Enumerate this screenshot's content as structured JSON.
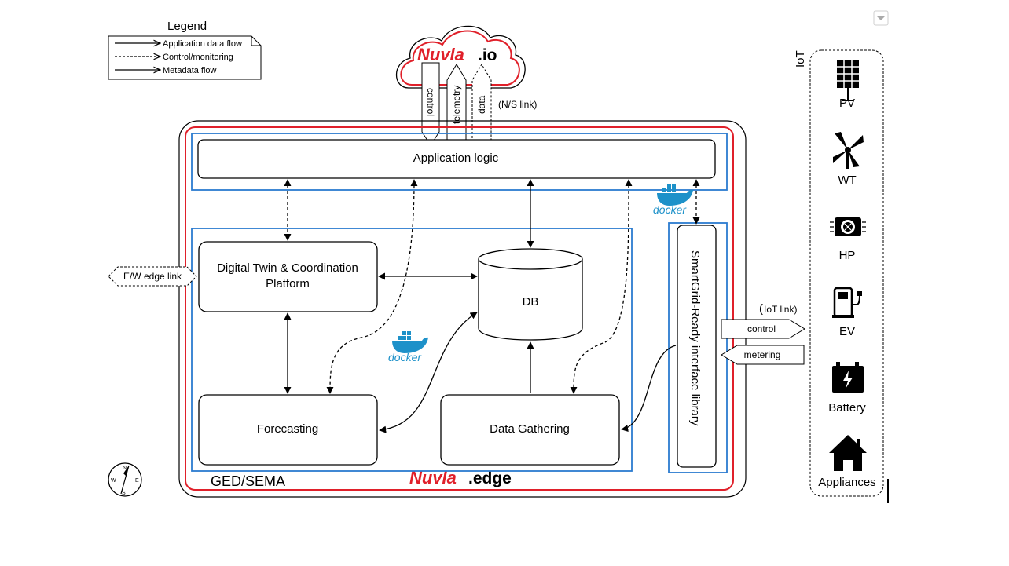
{
  "legend": {
    "title": "Legend",
    "items": [
      "Application data flow",
      "Control/monitoring",
      "Metadata flow"
    ]
  },
  "cloud": {
    "brand_left": "Nuvla",
    "brand_right": ".io",
    "arrows": [
      "control",
      "telemetry",
      "data"
    ],
    "ns_link": "(N/S link)"
  },
  "edge": {
    "container_label": "GED/SEMA",
    "brand_left": "Nuvla",
    "brand_right": ".edge",
    "docker_label": "docker",
    "ew_link": "E/W edge link"
  },
  "blocks": {
    "app_logic": "Application logic",
    "digital_twin": [
      "Digital Twin & Coordination",
      "Platform"
    ],
    "db": "DB",
    "forecasting": "Forecasting",
    "data_gathering": "Data Gathering",
    "smartgrid": "SmartGrid-Ready interface library"
  },
  "iot": {
    "paren": "(",
    "link": "IoT link)",
    "control": "control",
    "metering": "metering",
    "panel_title": "IoT",
    "devices": [
      "PV",
      "WT",
      "HP",
      "EV",
      "Battery",
      "Appliances"
    ]
  },
  "colors": {
    "red": "#e0202a",
    "blue": "#2b7bd0",
    "docker": "#1d91c9"
  }
}
